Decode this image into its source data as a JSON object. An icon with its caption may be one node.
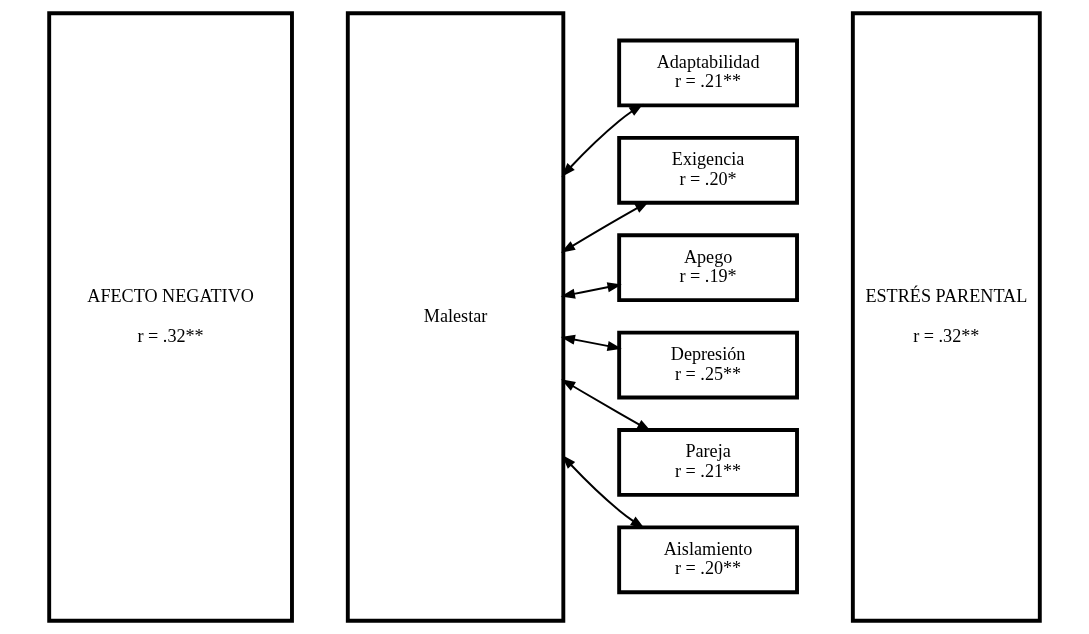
{
  "diagram": {
    "nodes": [
      {
        "text": [
          "AFECTO NEGATIVO",
          "r = .32**"
        ]
      },
      {
        "text": [
          "Malestar"
        ]
      },
      {
        "text": [
          "Adaptabilidad",
          "r = .21**"
        ]
      },
      {
        "text": [
          "Exigencia",
          "r = .20*"
        ]
      },
      {
        "text": [
          "Apego",
          "r = .19*"
        ]
      },
      {
        "text": [
          "Depresión",
          "r = .25**"
        ]
      },
      {
        "text": [
          "Pareja",
          "r = .21**"
        ]
      },
      {
        "text": [
          "Aislamiento",
          "r = .20**"
        ]
      },
      {
        "text": [
          "ESTRÉS PARENTAL",
          "r = .32**"
        ]
      }
    ],
    "edges": [
      {
        "from": 1,
        "to": 2,
        "arrow": "both"
      },
      {
        "from": 1,
        "to": 3,
        "arrow": "both"
      },
      {
        "from": 1,
        "to": 4,
        "arrow": "both"
      },
      {
        "from": 1,
        "to": 5,
        "arrow": "both"
      },
      {
        "from": 1,
        "to": 6,
        "arrow": "both"
      },
      {
        "from": 1,
        "to": 7,
        "arrow": "both"
      }
    ]
  }
}
